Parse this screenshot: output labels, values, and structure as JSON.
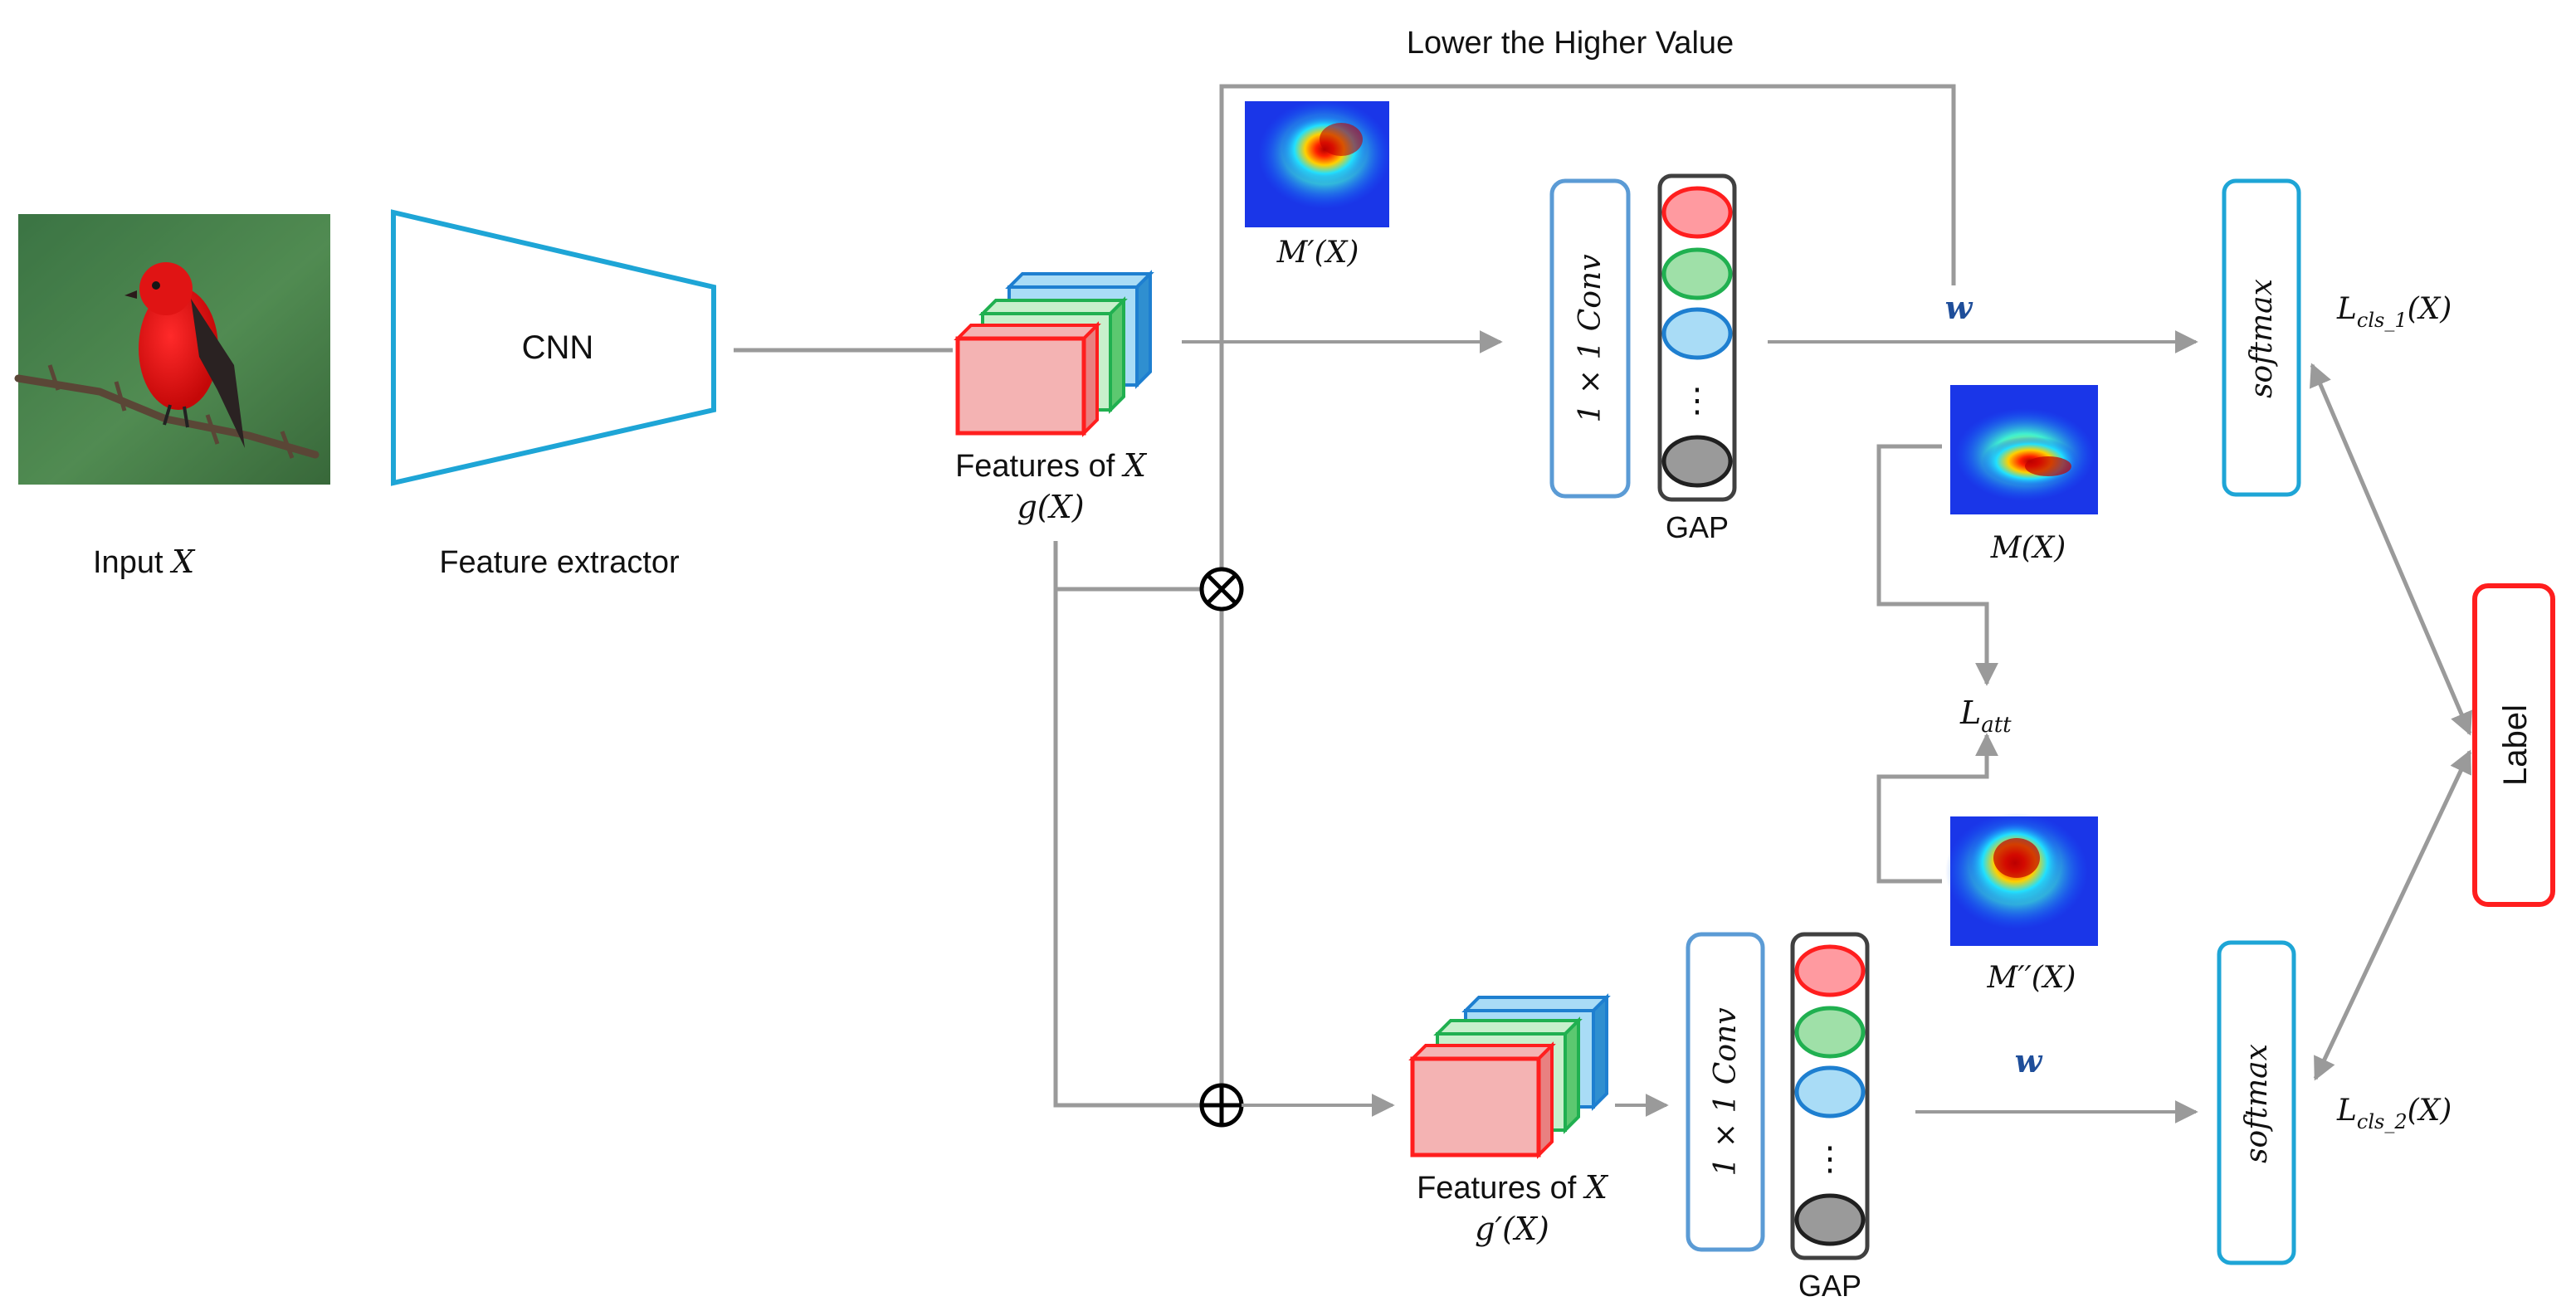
{
  "labels": {
    "input_prefix": "Input ",
    "input_var": "X",
    "cnn": "CNN",
    "feature_extractor": "Feature extractor",
    "top_feedback": "Lower the Higher Value",
    "features_top_prefix": "Features of ",
    "features_top_var": "X",
    "g_x": "g(X)",
    "features_bottom_prefix": "Features of ",
    "features_bottom_var": "X",
    "g_prime_x": "g′(X)",
    "conv_top": "1 × 1 Conv",
    "conv_bottom": "1 × 1 Conv",
    "gap_top": "GAP",
    "gap_bottom": "GAP",
    "w_top": "w",
    "w_bottom": "w",
    "softmax_top": "softmax",
    "softmax_bottom": "softmax",
    "loss_top_main": "L",
    "loss_top_sub": "cls_1",
    "loss_top_arg": "(X)",
    "loss_bottom_main": "L",
    "loss_bottom_sub": "cls_2",
    "loss_bottom_arg": "(X)",
    "l_att_main": "L",
    "l_att_sub": "att",
    "m_prime_x": "M′(X)",
    "m_x": "M(X)",
    "m_double_prime_x": "M′′(X)",
    "label_box": "Label",
    "dots": "⋮",
    "otimes": "⊗",
    "oplus": "⊕"
  },
  "colors": {
    "blue_box": "#1ea5d6",
    "conv_box": "#5b9bd5",
    "red_box": "#ff2020",
    "arrow": "#9a9a9a",
    "gap_red": "#ff9aa0",
    "gap_green": "#9fe0a8",
    "gap_blue": "#a9dcf6",
    "gap_gray": "#9a9a9a",
    "w_color": "#1f4e9a"
  },
  "icons": [
    "bird-photo",
    "heatmap-thumbnail",
    "otimes-icon",
    "oplus-icon",
    "arrowhead-icon"
  ]
}
